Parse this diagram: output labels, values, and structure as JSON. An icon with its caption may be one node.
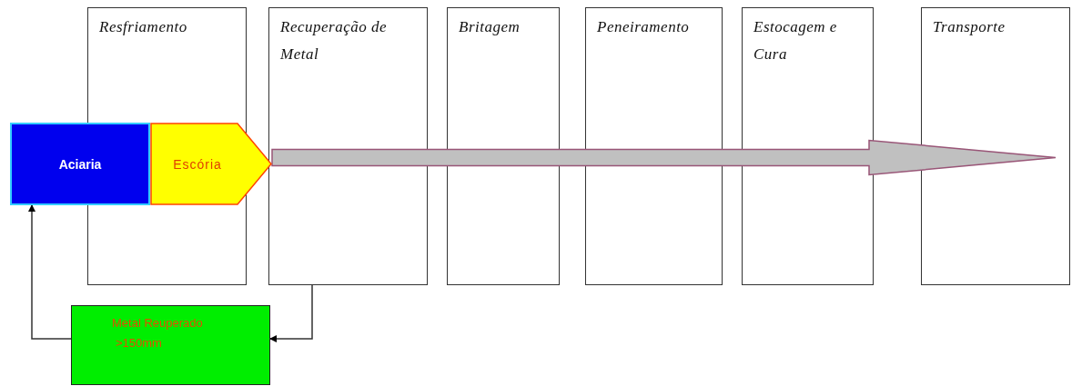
{
  "diagram": {
    "nodes": [
      {
        "text": [
          "Resfriamento"
        ]
      },
      {
        "text": [
          "Recuperação de Metal"
        ]
      },
      {
        "text": [
          "Britagem"
        ]
      },
      {
        "text": [
          "Peneiramento"
        ]
      },
      {
        "text": [
          "Estocagem e Cura"
        ]
      },
      {
        "text": [
          "Transporte"
        ]
      },
      {
        "text": [
          "Aciaria"
        ]
      },
      {
        "text": [
          "Escória"
        ]
      },
      {
        "text": [
          "Metal Reuperado",
          ">150mm"
        ]
      }
    ],
    "edges": [
      {
        "from": 7,
        "to": null,
        "arrow": "to",
        "style": "thick",
        "color": "#c0c0c0"
      },
      {
        "from": 1,
        "to": 8,
        "arrow": "to"
      },
      {
        "from": 8,
        "to": 6,
        "arrow": "to"
      }
    ]
  }
}
